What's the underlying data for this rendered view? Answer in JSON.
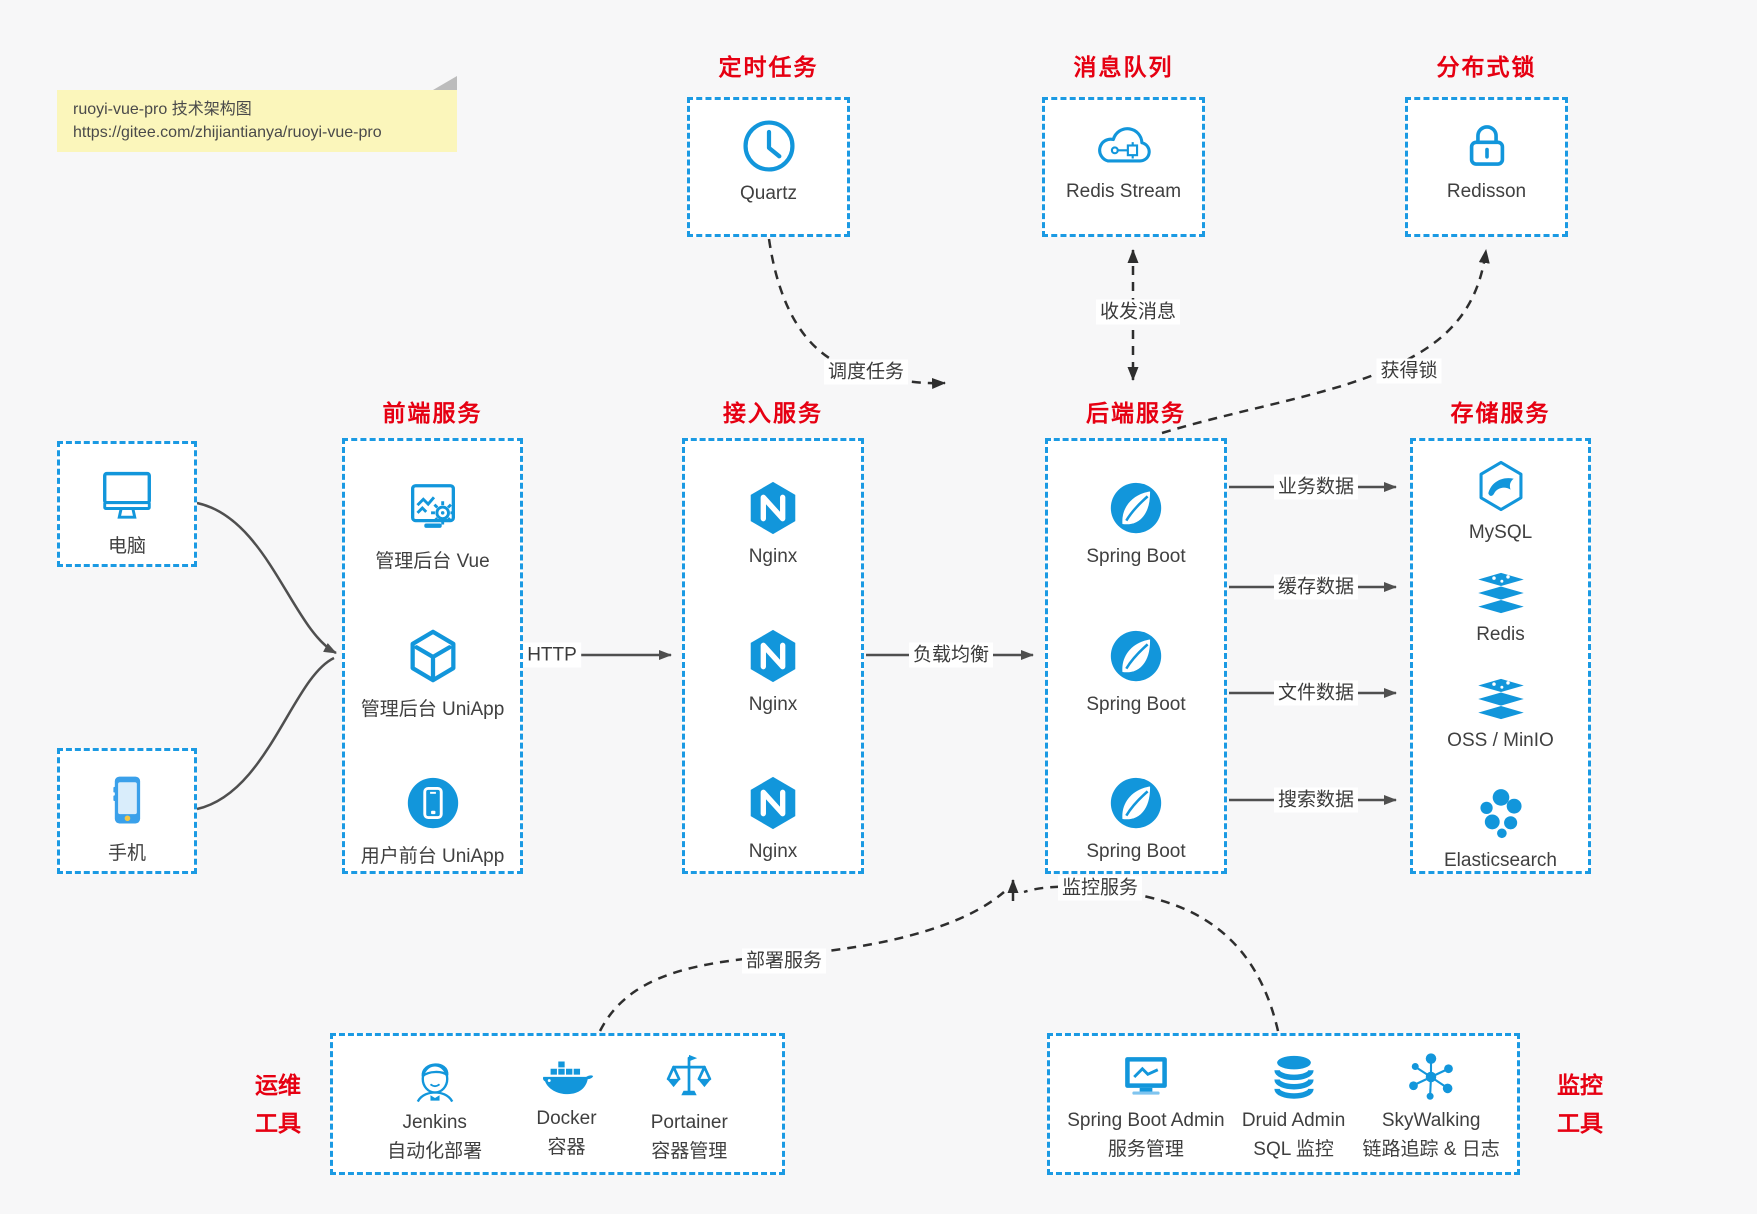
{
  "note": {
    "title": "ruoyi-vue-pro 技术架构图",
    "url": "https://gitee.com/zhijiantianya/ruoyi-vue-pro"
  },
  "top_services": [
    {
      "title": "定时任务",
      "label": "Quartz"
    },
    {
      "title": "消息队列",
      "label": "Redis Stream"
    },
    {
      "title": "分布式锁",
      "label": "Redisson"
    }
  ],
  "clients": [
    {
      "label": "电脑"
    },
    {
      "label": "手机"
    }
  ],
  "columns": [
    {
      "title": "前端服务",
      "items": [
        {
          "label": "管理后台 Vue"
        },
        {
          "label": "管理后台 UniApp"
        },
        {
          "label": "用户前台 UniApp"
        }
      ]
    },
    {
      "title": "接入服务",
      "items": [
        {
          "label": "Nginx"
        },
        {
          "label": "Nginx"
        },
        {
          "label": "Nginx"
        }
      ]
    },
    {
      "title": "后端服务",
      "items": [
        {
          "label": "Spring Boot"
        },
        {
          "label": "Spring Boot"
        },
        {
          "label": "Spring Boot"
        }
      ]
    },
    {
      "title": "存储服务",
      "items": [
        {
          "label": "MySQL"
        },
        {
          "label": "Redis"
        },
        {
          "label": "OSS / MinIO"
        },
        {
          "label": "Elasticsearch"
        }
      ]
    }
  ],
  "edge_labels": {
    "http": "HTTP",
    "load_balance": "负载均衡",
    "schedule": "调度任务",
    "messaging": "收发消息",
    "lock": "获得锁",
    "business_data": "业务数据",
    "cache_data": "缓存数据",
    "file_data": "文件数据",
    "search_data": "搜索数据",
    "deploy": "部署服务",
    "monitor": "监控服务"
  },
  "tool_groups": [
    {
      "title_line1": "运维",
      "title_line2": "工具",
      "items": [
        {
          "name": "Jenkins",
          "desc": "自动化部署"
        },
        {
          "name": "Docker",
          "desc": "容器"
        },
        {
          "name": "Portainer",
          "desc": "容器管理"
        }
      ]
    },
    {
      "title_line1": "监控",
      "title_line2": "工具",
      "items": [
        {
          "name": "Spring Boot Admin",
          "desc": "服务管理"
        },
        {
          "name": "Druid Admin",
          "desc": "SQL 监控"
        },
        {
          "name": "SkyWalking",
          "desc": "链路追踪 & 日志"
        }
      ]
    }
  ],
  "colors": {
    "accent_blue": "#1296db",
    "border_blue": "#1b9ae3",
    "title_red": "#e60012",
    "note_bg": "#fbf6bb"
  }
}
